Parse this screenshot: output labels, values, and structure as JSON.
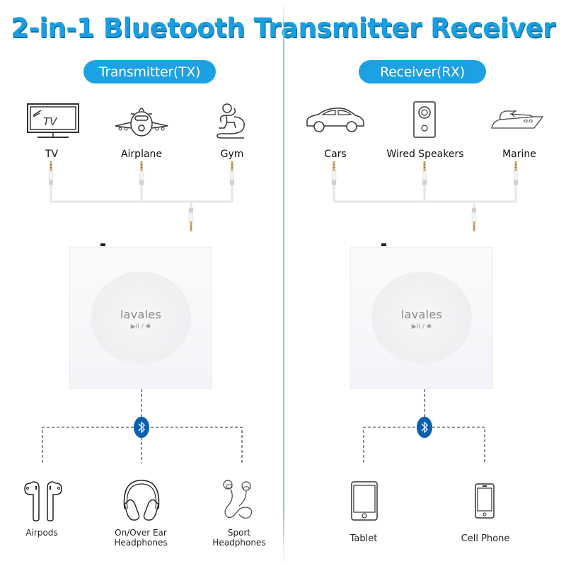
{
  "title": "2-in-1 Bluetooth Transmitter Receiver",
  "colors": {
    "accent": "#1ca1e3",
    "title": "#1a9ee0",
    "bluetooth": "#0a5fae",
    "divider": "#93c6d8"
  },
  "transmitter": {
    "heading": "Transmitter(TX)",
    "sources": [
      {
        "label": "TV",
        "icon": "tv-icon"
      },
      {
        "label": "Airplane",
        "icon": "airplane-icon"
      },
      {
        "label": "Gym",
        "icon": "gym-icon"
      }
    ],
    "device": {
      "brand": "lavales",
      "controls": "▶II / ✱"
    },
    "outputs": [
      {
        "label": "Airpods",
        "icon": "airpods-icon"
      },
      {
        "label_lines": [
          "On/Over Ear",
          "Headphones"
        ],
        "icon": "headphones-icon"
      },
      {
        "label_lines": [
          "Sport",
          "Headphones"
        ],
        "icon": "sport-headphones-icon"
      }
    ]
  },
  "receiver": {
    "heading": "Receiver(RX)",
    "sources": [
      {
        "label": "Cars",
        "icon": "car-icon"
      },
      {
        "label": "Wired Speakers",
        "icon": "speaker-icon"
      },
      {
        "label": "Marine",
        "icon": "boat-icon"
      }
    ],
    "device": {
      "brand": "lavales",
      "controls": "▶II / ✱"
    },
    "outputs": [
      {
        "label": "Tablet",
        "icon": "tablet-icon"
      },
      {
        "label": "Cell Phone",
        "icon": "phone-icon"
      }
    ]
  }
}
